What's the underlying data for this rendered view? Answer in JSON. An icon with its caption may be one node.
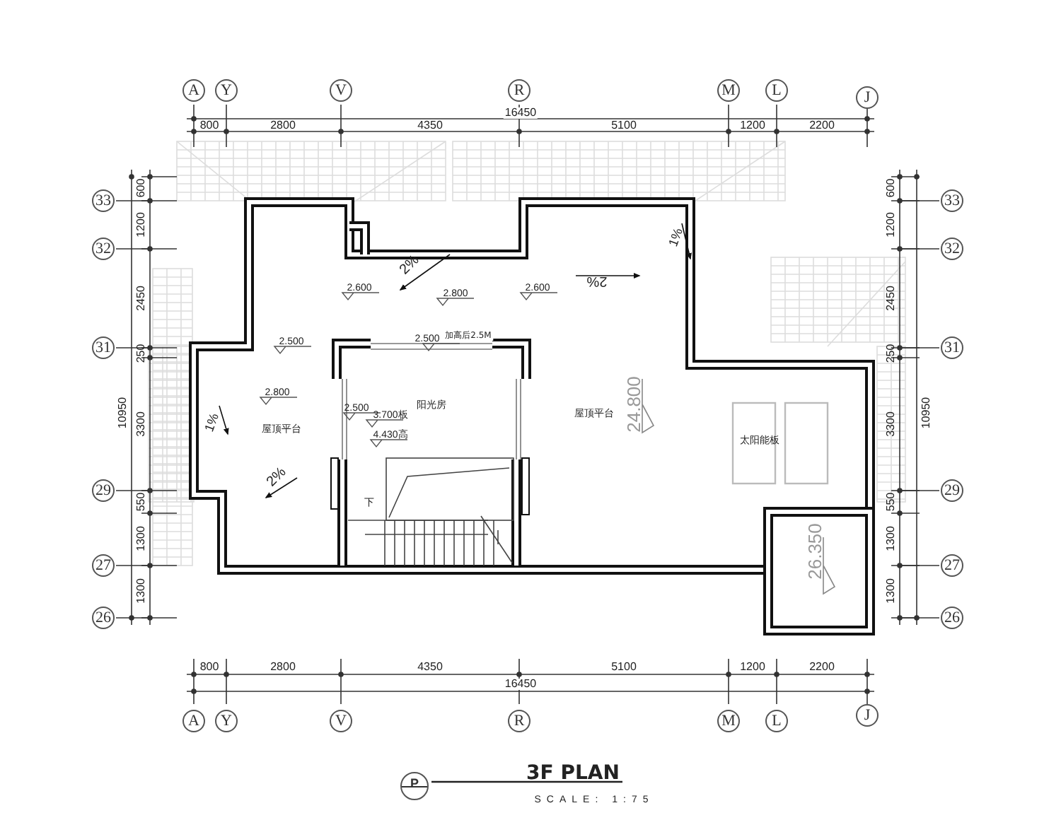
{
  "diagram": {
    "title": "3F PLAN",
    "nodes": [
      {
        "text": [
          "A"
        ]
      },
      {
        "text": [
          "Y"
        ]
      },
      {
        "text": [
          "V"
        ]
      },
      {
        "text": [
          "R"
        ]
      },
      {
        "text": [
          "M"
        ]
      },
      {
        "text": [
          "L"
        ]
      },
      {
        "text": [
          "J"
        ]
      },
      {
        "text": [
          "33"
        ]
      },
      {
        "text": [
          "32"
        ]
      },
      {
        "text": [
          "31"
        ]
      },
      {
        "text": [
          "29"
        ]
      },
      {
        "text": [
          "27"
        ]
      },
      {
        "text": [
          "26"
        ]
      },
      {
        "text": [
          "33"
        ]
      },
      {
        "text": [
          "32"
        ]
      },
      {
        "text": [
          "31"
        ]
      },
      {
        "text": [
          "29"
        ]
      },
      {
        "text": [
          "27"
        ]
      },
      {
        "text": [
          "26"
        ]
      },
      {
        "text": [
          "A"
        ]
      },
      {
        "text": [
          "Y"
        ]
      },
      {
        "text": [
          "V"
        ]
      },
      {
        "text": [
          "R"
        ]
      },
      {
        "text": [
          "M"
        ]
      },
      {
        "text": [
          "L"
        ]
      },
      {
        "text": [
          "J"
        ]
      },
      {
        "text": [
          "P"
        ]
      }
    ],
    "labels": [
      "16450",
      "800",
      "2800",
      "4350",
      "5100",
      "1200",
      "2200",
      "600",
      "1200",
      "2450",
      "250",
      "3300",
      "550",
      "1300",
      "1300",
      "10950",
      "600",
      "1200",
      "2450",
      "250",
      "3300",
      "550",
      "1300",
      "1300",
      "10950",
      "800",
      "2800",
      "4350",
      "5100",
      "1200",
      "2200",
      "16450",
      "2%",
      "2.600",
      "2.800",
      "2.600",
      "2%",
      "1%",
      "2.500",
      "2.500",
      "加高后2.5M",
      "2.800",
      "1%",
      "屋顶平台",
      "2.500",
      "3.700板",
      "4.430高",
      "阳光房",
      "屋顶平台",
      "24.800",
      "太阳能板",
      "2%",
      "下",
      "26.350",
      "SCALE:  1:75"
    ]
  }
}
